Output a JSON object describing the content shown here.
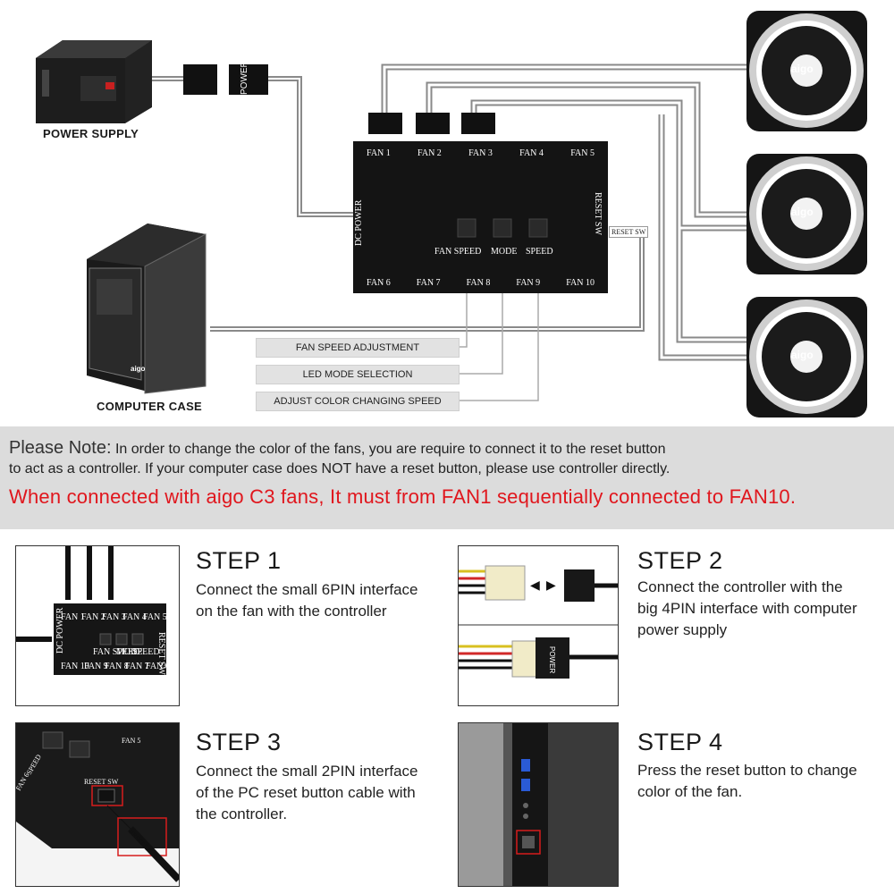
{
  "diagram": {
    "power_supply_label": "POWER SUPPLY",
    "computer_case_label": "COMPUTER CASE",
    "power_connector_label": "POWER",
    "controller": {
      "top_ports": [
        "FAN 1",
        "FAN 2",
        "FAN 3",
        "FAN 4",
        "FAN 5"
      ],
      "bottom_ports": [
        "FAN 6",
        "FAN 7",
        "FAN 8",
        "FAN 9",
        "FAN 10"
      ],
      "buttons": [
        "FAN SPEED",
        "MODE",
        "SPEED"
      ],
      "dc_power_label": "DC POWER",
      "reset_sw_label": "RESET SW"
    },
    "reset_sw_tag": "RESET SW",
    "fan_brand": "aigo",
    "callouts": [
      "FAN SPEED ADJUSTMENT",
      "LED MODE SELECTION",
      "ADJUST COLOR CHANGING SPEED"
    ]
  },
  "note": {
    "heading": "Please Note:",
    "line1": "In order to change the color of the fans, you are require to connect it to the reset button",
    "line2": "to act as a controller. If your computer case does NOT have a reset button, please use controller directly.",
    "warning": "When connected with aigo C3 fans, It must from FAN1 sequentially connected to FAN10."
  },
  "steps": [
    {
      "title": "STEP 1",
      "desc": [
        "Connect the small 6PIN interface",
        "on the fan with the controller"
      ]
    },
    {
      "title": "STEP 2",
      "desc": [
        "Connect the controller with the",
        "big 4PIN interface with computer",
        "power supply"
      ]
    },
    {
      "title": "STEP 3",
      "desc": [
        "Connect the small 2PIN interface",
        "of the PC reset button cable with",
        "the controller."
      ]
    },
    {
      "title": "STEP 4",
      "desc": [
        "Press the reset button to change",
        "color of the fan."
      ]
    }
  ],
  "step_images": {
    "step1": {
      "top_ports": [
        "FAN 1",
        "FAN 2",
        "FAN 3",
        "FAN 4",
        "FAN 5"
      ],
      "bottom_ports": [
        "FAN 10",
        "FAN 9",
        "FAN 8",
        "FAN 7",
        "FAN 6"
      ],
      "buttons": [
        "FAN SPEED",
        "MODE",
        "SPEED"
      ],
      "dc_power": "DC POWER",
      "reset_sw": "RESET SW"
    },
    "step2": {
      "power_label": "POWER"
    },
    "step3": {
      "labels": [
        "FAN 5",
        "SPEED",
        "FAN 6",
        "RESET SW"
      ],
      "cable_label": "RESET SW"
    }
  },
  "colors": {
    "accent_red": "#e0161d",
    "controller": "#141414",
    "note_band": "#dcdcdc"
  }
}
